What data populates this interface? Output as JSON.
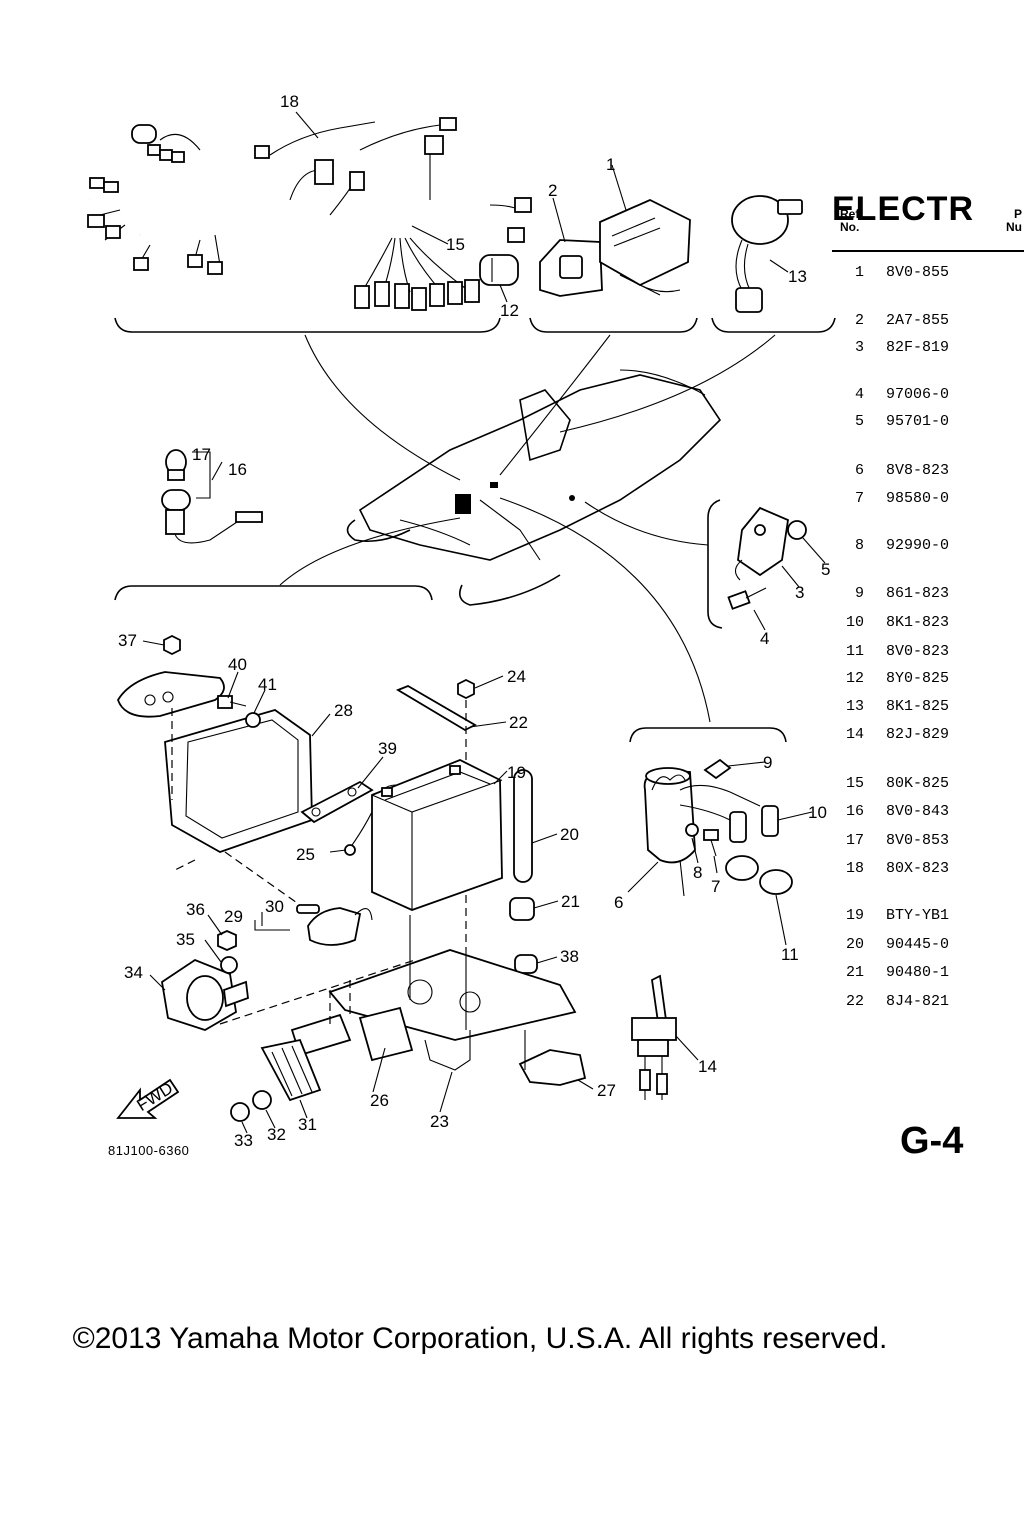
{
  "title": "ELECTR",
  "table": {
    "col_ref": [
      "Ref.",
      "No."
    ],
    "col_part": [
      "P",
      "Nu"
    ],
    "rows": [
      {
        "ref": "1",
        "part": "8V0-855"
      },
      {
        "ref": "2",
        "part": "2A7-855"
      },
      {
        "ref": "3",
        "part": "82F-819"
      },
      {
        "ref": "4",
        "part": "97006-0"
      },
      {
        "ref": "5",
        "part": "95701-0"
      },
      {
        "ref": "6",
        "part": "8V8-823"
      },
      {
        "ref": "7",
        "part": "98580-0"
      },
      {
        "ref": "8",
        "part": "92990-0"
      },
      {
        "ref": "9",
        "part": "861-823"
      },
      {
        "ref": "10",
        "part": "8K1-823"
      },
      {
        "ref": "11",
        "part": "8V0-823"
      },
      {
        "ref": "12",
        "part": "8Y0-825"
      },
      {
        "ref": "13",
        "part": "8K1-825"
      },
      {
        "ref": "14",
        "part": "82J-829"
      },
      {
        "ref": "15",
        "part": "80K-825"
      },
      {
        "ref": "16",
        "part": "8V0-843"
      },
      {
        "ref": "17",
        "part": "8V0-853"
      },
      {
        "ref": "18",
        "part": "80X-823"
      },
      {
        "ref": "19",
        "part": "BTY-YB1"
      },
      {
        "ref": "20",
        "part": "90445-0"
      },
      {
        "ref": "21",
        "part": "90480-1"
      },
      {
        "ref": "22",
        "part": "8J4-821"
      }
    ]
  },
  "callouts": [
    "1",
    "2",
    "3",
    "4",
    "5",
    "6",
    "7",
    "8",
    "9",
    "10",
    "11",
    "12",
    "13",
    "14",
    "15",
    "16",
    "17",
    "18",
    "19",
    "20",
    "21",
    "22",
    "23",
    "24",
    "25",
    "26",
    "27",
    "28",
    "29",
    "30",
    "31",
    "32",
    "33",
    "34",
    "35",
    "36",
    "37",
    "38",
    "39",
    "40",
    "41"
  ],
  "fwd_label": "FWD",
  "figure_code": "81J100-6360",
  "sheet_code": "G-4",
  "copyright": "©2013 Yamaha Motor Corporation, U.S.A. All rights reserved."
}
